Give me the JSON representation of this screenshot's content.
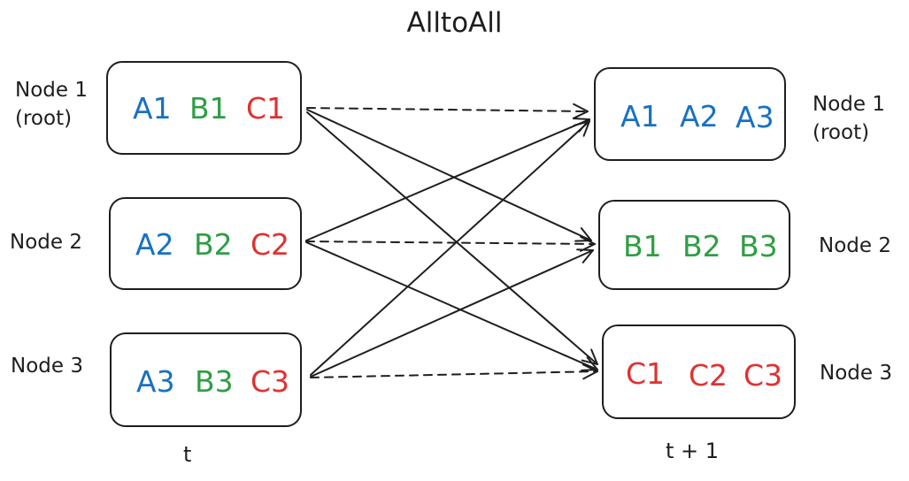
{
  "title": "AlltoAll",
  "left": {
    "time_label": "t",
    "nodes": [
      {
        "label": "Node 1\n(root)",
        "cells": [
          "A1",
          "B1",
          "C1"
        ]
      },
      {
        "label": "Node 2",
        "cells": [
          "A2",
          "B2",
          "C2"
        ]
      },
      {
        "label": "Node 3",
        "cells": [
          "A3",
          "B3",
          "C3"
        ]
      }
    ]
  },
  "right": {
    "time_label": "t + 1",
    "nodes": [
      {
        "label": "Node 1\n(root)",
        "cells": [
          "A1",
          "A2",
          "A3"
        ]
      },
      {
        "label": "Node 2",
        "cells": [
          "B1",
          "B2",
          "B3"
        ]
      },
      {
        "label": "Node 3",
        "cells": [
          "C1",
          "C2",
          "C3"
        ]
      }
    ]
  },
  "colors": {
    "A": "#1971c2",
    "B": "#2f9e44",
    "C": "#e03131",
    "stroke": "#1e1e1e"
  }
}
